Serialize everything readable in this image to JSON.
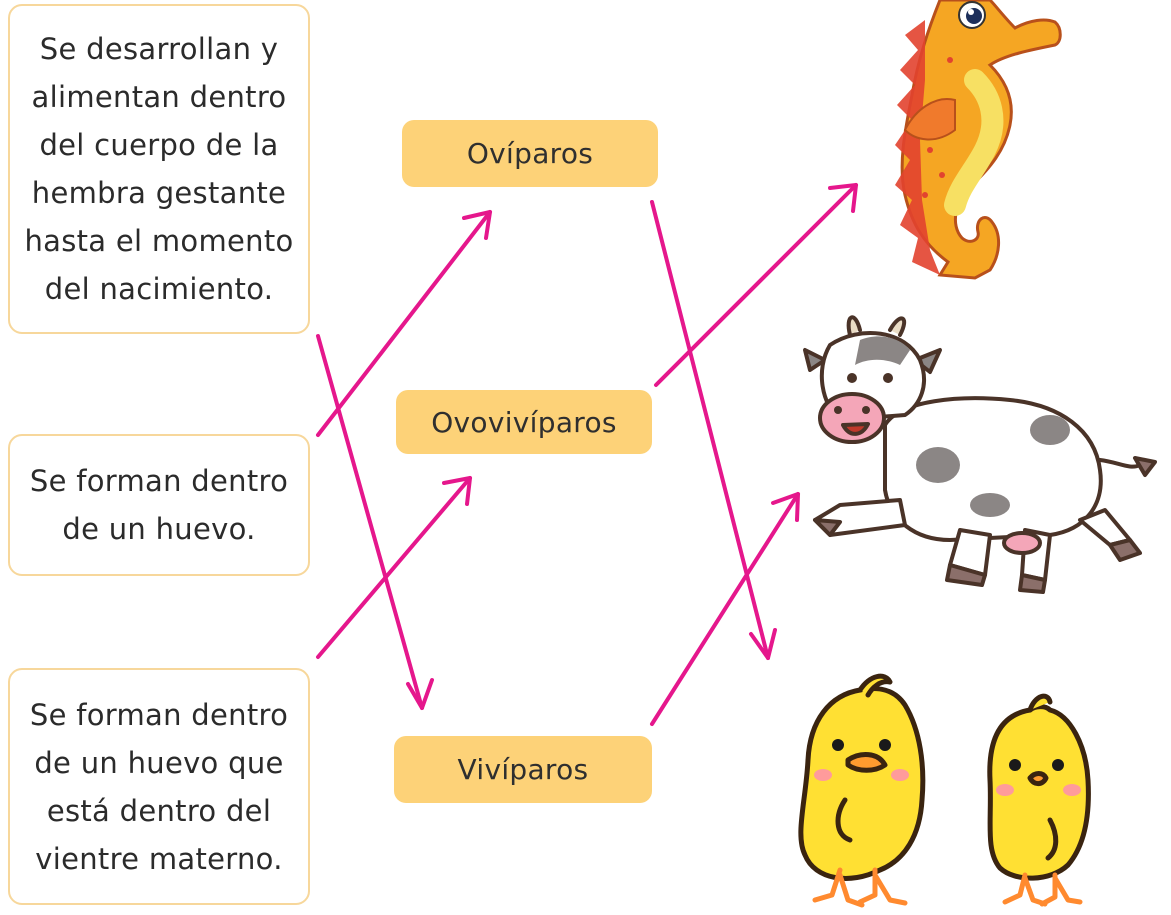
{
  "descriptions": [
    {
      "id": "viviparos-desc",
      "text": "Se desarrollan y\nalimentan dentro\ndel cuerpo de la\nhembra gestante\nhasta el momento\ndel nacimiento."
    },
    {
      "id": "oviparos-desc",
      "text": "Se forman dentro\nde un huevo."
    },
    {
      "id": "ovoviviparos-desc",
      "text": "Se forman dentro\nde un huevo que\nestá dentro del\nvientre materno."
    }
  ],
  "categories": [
    "Ovíparos",
    "Ovovivíparos",
    "Vivíparos"
  ],
  "animals": [
    "seahorse",
    "cow",
    "chicks"
  ],
  "arrow_color": "#e5178c",
  "accent": "#fdd278",
  "border": "#f7d79b"
}
